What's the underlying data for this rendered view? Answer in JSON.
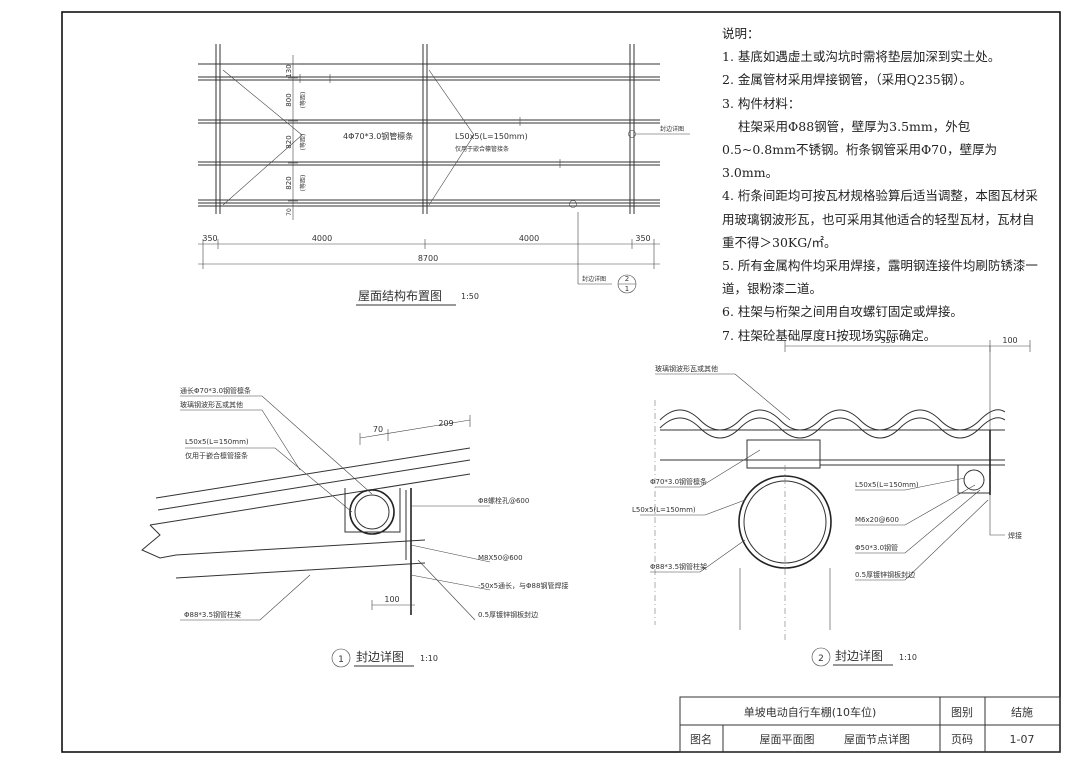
{
  "notes": {
    "heading": "说明：",
    "items": [
      "1. 基底如遇虚土或沟坑时需将垫层加深到实土处。",
      "2. 金属管材采用焊接钢管，（采用Q235钢）。",
      "3. 构件材料：",
      "柱架采用Φ88钢管，壁厚为3.5mm，外包0.5~0.8mm不锈钢。桁条钢管采用Φ70，壁厚为3.0mm。",
      "4. 桁条间距均可按瓦材规格验算后适当调整，本图瓦材采用玻璃钢波形瓦，也可采用其他适合的轻型瓦材，瓦材自重不得＞30KG/㎡。",
      "5. 所有金属构件均采用焊接，露明钢连接件均刷防锈漆一道，银粉漆二道。",
      "6. 柱架与桁架之间用自攻螺钉固定或焊接。",
      "7. 柱架砼基础厚度H按现场实际确定。"
    ]
  },
  "plan": {
    "title": "屋面结构布置图",
    "scale": "1:50",
    "dims_bottom": [
      "350",
      "4000",
      "4000",
      "350"
    ],
    "dim_total": "8700",
    "dims_left": [
      "130",
      "800",
      "820",
      "820",
      "70"
    ],
    "spacing_notes": [
      "(等距)",
      "(等距)",
      "(等距)"
    ],
    "label_purlin": "4Φ70*3.0钢管檩条",
    "label_angle": "L50x5(L=150mm)",
    "label_angle_note": "仅用于嵌合檩管接条",
    "label_ref_top": "封边详图",
    "label_ref_bottom": "封边详图",
    "callout_1": "2",
    "callout_2": "1"
  },
  "detail1": {
    "title": "封边详图",
    "scale": "1:10",
    "number": "1",
    "dims": [
      "70",
      "209",
      "100"
    ],
    "labels": [
      "通长Φ70*3.0钢管檩条",
      "玻璃钢波形瓦或其他",
      "L50x5(L=150mm)",
      "仅用于嵌合檩管接条",
      "Φ8螺栓孔@600",
      "M8X50@600",
      "-50x5通长，与Φ88钢管焊接",
      "0.5厚镀锌钢板封边",
      "Φ88*3.5钢管柱架"
    ]
  },
  "detail2": {
    "title": "封边详图",
    "scale": "1:10",
    "number": "2",
    "dims": [
      "350",
      "100"
    ],
    "labels": [
      "玻璃钢波形瓦或其他",
      "Φ70*3.0钢管檩条",
      "L50x5(L=150mm)",
      "Φ88*3.5钢管柱架",
      "L50x5(L=150mm)",
      "M6x20@600",
      "Φ50*3.0钢管",
      "0.5厚镀锌钢板封边",
      "焊接"
    ]
  },
  "titleblock": {
    "project": "单坡电动自行车棚(10车位)",
    "category_label": "图别",
    "category_value": "结施",
    "name_label": "图名",
    "name_value_1": "屋面平面图",
    "name_value_2": "屋面节点详图",
    "page_label": "页码",
    "page_value": "1-07"
  }
}
